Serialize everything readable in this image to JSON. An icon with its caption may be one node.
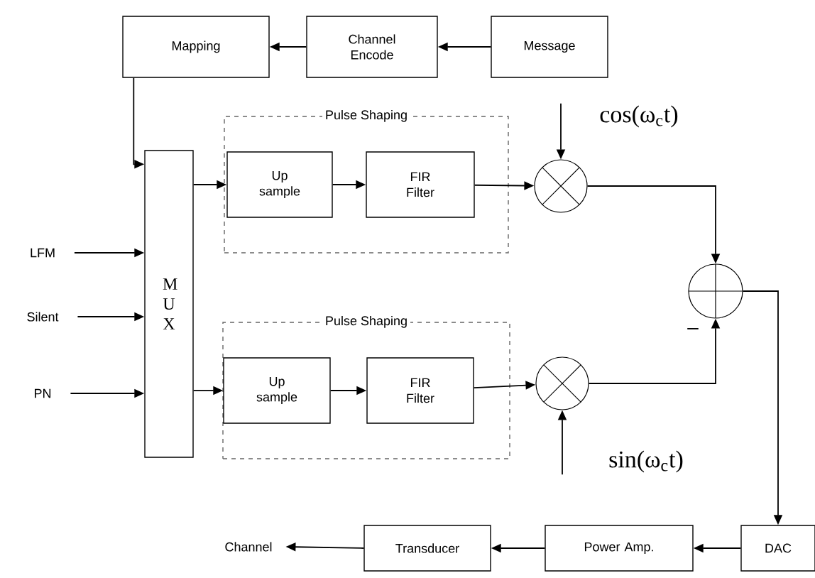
{
  "diagram": {
    "nodes": [
      {
        "text": [
          "Message"
        ]
      },
      {
        "text": [
          "Channel Encode"
        ]
      },
      {
        "text": [
          "Mapping"
        ]
      },
      {
        "text": [
          "M U X"
        ]
      },
      {
        "text": [
          "Pulse Shaping"
        ]
      },
      {
        "text": [
          "Up sample"
        ],
        "in": 4
      },
      {
        "text": [
          "FIR Filter"
        ],
        "in": 4
      },
      {
        "text": [
          "Pulse Shaping"
        ]
      },
      {
        "text": [
          "Up sample"
        ],
        "in": 7
      },
      {
        "text": [
          "FIR Filter"
        ],
        "in": 7
      },
      {
        "text": [],
        "shape": "circle"
      },
      {
        "text": [],
        "shape": "circle"
      },
      {
        "text": [],
        "shape": "circle"
      },
      {
        "text": [
          "LFM"
        ]
      },
      {
        "text": [
          "Silent"
        ]
      },
      {
        "text": [
          "PN"
        ]
      },
      {
        "text": [
          "cos(ω$_{c}$t)"
        ]
      },
      {
        "text": [
          "sin(ω$_{c}$t)"
        ]
      },
      {
        "text": [
          "DAC"
        ]
      },
      {
        "text": [
          "Power Amp."
        ]
      },
      {
        "text": [
          "Transducer"
        ]
      },
      {
        "text": [
          "Channel"
        ]
      }
    ],
    "edges": [
      {
        "from": 0,
        "to": 1,
        "arrow": "to"
      },
      {
        "from": 1,
        "to": 2,
        "arrow": "to"
      },
      {
        "from": 2,
        "to": 3,
        "arrow": "to"
      },
      {
        "from": 13,
        "to": 3,
        "arrow": "to"
      },
      {
        "from": 14,
        "to": 3,
        "arrow": "to"
      },
      {
        "from": 15,
        "to": 3,
        "arrow": "to"
      },
      {
        "from": 3,
        "to": 5,
        "arrow": "to"
      },
      {
        "from": 5,
        "to": 6,
        "arrow": "to"
      },
      {
        "from": 3,
        "to": 8,
        "arrow": "to"
      },
      {
        "from": 8,
        "to": 9,
        "arrow": "to"
      },
      {
        "from": 6,
        "to": 10,
        "arrow": "to"
      },
      {
        "from": 9,
        "to": 11,
        "arrow": "to"
      },
      {
        "from": 16,
        "to": 10,
        "arrow": "to"
      },
      {
        "from": 17,
        "to": 11,
        "arrow": "to"
      },
      {
        "from": 10,
        "to": 12,
        "arrow": "to"
      },
      {
        "from": 11,
        "to": 12,
        "arrow": "to"
      },
      {
        "from": 12,
        "to": 18,
        "arrow": "to"
      },
      {
        "from": 18,
        "to": 19,
        "arrow": "to"
      },
      {
        "from": 19,
        "to": 20,
        "arrow": "to"
      },
      {
        "from": 20,
        "to": 21,
        "arrow": "to"
      }
    ],
    "labels": [
      "–"
    ]
  }
}
